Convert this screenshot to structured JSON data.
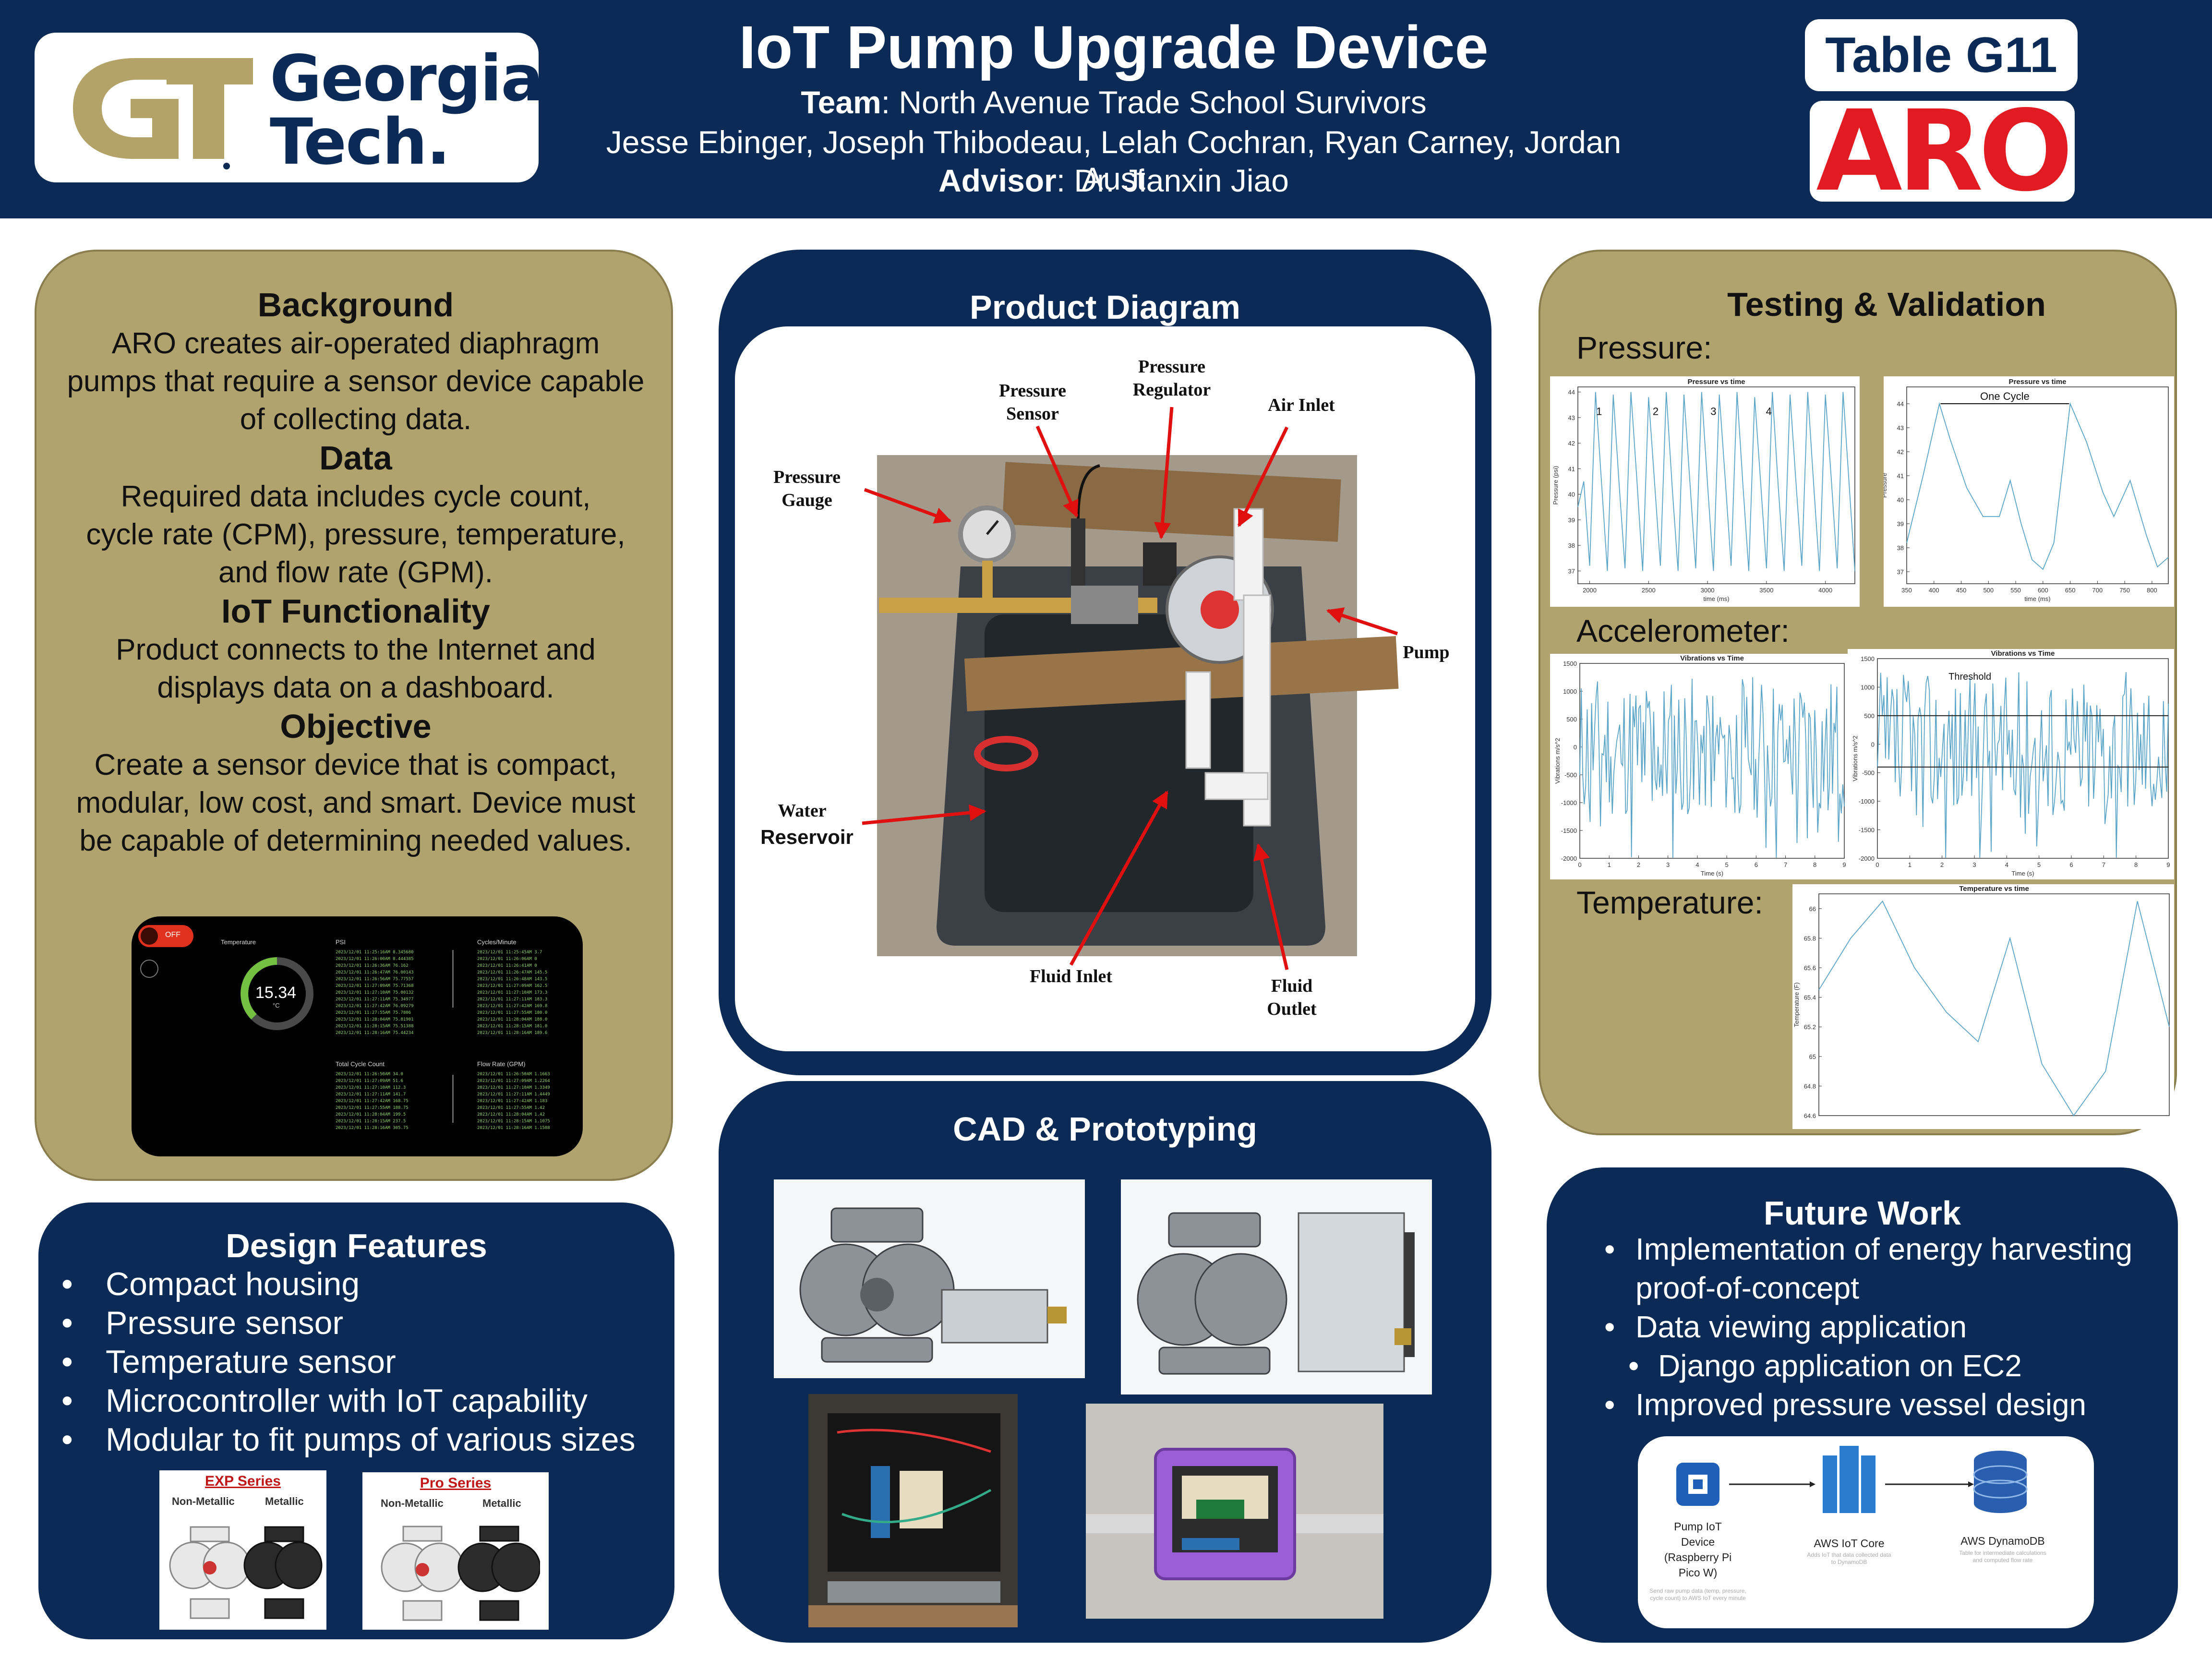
{
  "header": {
    "title": "IoT Pump Upgrade Device",
    "team_label": "Team",
    "team_name": ": North Avenue Trade School Survivors",
    "members": "Jesse Ebinger, Joseph Thibodeau, Lelah Cochran, Ryan Carney, Jordan Aust",
    "advisor_label": "Advisor",
    "advisor_name": ": Dr. Jianxin Jiao",
    "table": "Table G11",
    "logo_left": {
      "mono": "GT",
      "word1": "Georgia",
      "word2": "Tech."
    },
    "logo_right": "ARO"
  },
  "colors": {
    "navy": "#0b2a55",
    "gold": "#b1a36d",
    "red": "#e21b23",
    "plot": "#5aa4c8"
  },
  "background_panel": {
    "h1": "Background",
    "t1": "ARO creates air-operated diaphragm pumps that require a sensor device capable of collecting data.",
    "h2": "Data",
    "t2": "Required data includes cycle count, cycle rate (CPM), pressure, temperature, and flow rate (GPM).",
    "h3": "IoT Functionality",
    "t3": "Product connects to the Internet and displays data on a dashboard.",
    "h4": "Objective",
    "t4": "Create a sensor device that is compact, modular, low cost, and smart. Device must be capable of determining needed values.",
    "dashboard": {
      "toggle": "OFF",
      "temp_label": "Temperature",
      "temp_value": "15.34",
      "temp_unit": "°C",
      "psi_label": "PSI",
      "cpm_label": "Cycles/Minute",
      "total_label": "Total Cycle Count",
      "flow_label": "Flow Rate (GPM)",
      "psi_rows": [
        "2023/12/01 11:25:16AM 8.345680",
        "2023/12/01 11:26:00AM 8.444385",
        "2023/12/01 11:26:36AM 76.162",
        "2023/12/01 11:26:47AM 76.00143",
        "2023/12/01 11:26:56AM 75.77557",
        "2023/12/01 11:27:09AM 75.71368",
        "2023/12/01 11:27:10AM 75.00132",
        "2023/12/01 11:27:11AM 75.34977",
        "2023/12/01 11:27:42AM 76.09279",
        "2023/12/01 11:27:55AM 75.7806",
        "2023/12/01 11:28:04AM 75.81901",
        "2023/12/01 11:28:15AM 75.51388",
        "2023/12/01 11:28:16AM 75.44234"
      ],
      "cpm_rows": [
        "2023/12/01 11:25:45AM 3.7",
        "2023/12/01 11:26:06AM 0",
        "2023/12/01 11:26:41AM 0",
        "2023/12/01 11:26:47AM 145.5",
        "2023/12/01 11:26:48AM 143.5",
        "2023/12/01 11:27:09AM 162.5",
        "2023/12/01 11:27:10AM 173.3",
        "2023/12/01 11:27:11AM 183.3",
        "2023/12/01 11:27:42AM 169.8",
        "2023/12/01 11:27:55AM 180.0",
        "2023/12/01 11:28:04AM 188.0",
        "2023/12/01 11:28:15AM 181.0",
        "2023/12/01 11:28:16AM 189.6"
      ],
      "total_rows": [
        "2023/12/01 11:26:50AM 34.0",
        "2023/12/01 11:27:09AM 51.6",
        "2023/12/01 11:27:10AM 112.3",
        "2023/12/01 11:27:11AM 141.7",
        "2023/12/01 11:27:42AM 168.75",
        "2023/12/01 11:27:55AM 188.75",
        "2023/12/01 11:28:04AM 199.5",
        "2023/12/01 11:28:15AM 237.5",
        "2023/12/01 11:28:16AM 305.75"
      ],
      "flow_rows": [
        "2023/12/01 11:26:50AM 1.1663",
        "2023/12/01 11:27:09AM 1.2264",
        "2023/12/01 11:27:10AM 1.3349",
        "2023/12/01 11:27:11AM 1.4449",
        "2023/12/01 11:27:42AM 1.183",
        "2023/12/01 11:27:55AM 1.42",
        "2023/12/01 11:28:04AM 1.42",
        "2023/12/01 11:28:15AM 1.1075",
        "2023/12/01 11:28:16AM 1.1588"
      ]
    }
  },
  "design": {
    "title": "Design Features",
    "bullet": "•",
    "items": [
      "Compact housing",
      "Pressure sensor",
      "Temperature sensor",
      "Microcontroller with IoT capability",
      "Modular to fit pumps of various sizes"
    ],
    "exp": {
      "title": "EXP Series",
      "left": "Non-Metallic",
      "right": "Metallic"
    },
    "pro": {
      "title": "Pro Series",
      "left": "Non-Metallic",
      "right": "Metallic"
    }
  },
  "product": {
    "title": "Product Diagram",
    "labels": {
      "gauge": "Pressure\nGauge",
      "sensor": "Pressure\nSensor",
      "regulator": "Pressure\nRegulator",
      "air": "Air Inlet",
      "pump": "Pump",
      "water": "Water",
      "reservoir": "Reservoir",
      "fluid_in": "Fluid Inlet",
      "fluid_out": "Fluid\nOutlet"
    }
  },
  "cad": {
    "title": "CAD & Prototyping"
  },
  "testing": {
    "title": "Testing & Validation",
    "pressure_label": "Pressure:",
    "accel_label": "Accelerometer:",
    "temp_label": "Temperature:"
  },
  "future": {
    "title": "Future Work",
    "bullet": "•",
    "items": [
      "Implementation of energy harvesting proof-of-concept",
      "Data viewing application",
      "Django application on EC2",
      "Improved pressure vessel design"
    ],
    "aws": {
      "n1": "Pump IoT\nDevice\n(Raspberry Pi\nPico W)",
      "n1_sub": "Send raw pump data (temp, pressure, cycle count) to AWS IoT every minute",
      "n2": "AWS IoT Core",
      "n2_sub": "Adds IoT that data collected data to DynamoDB",
      "n3": "AWS DynamoDB",
      "n3_sub": "Table for intermediate calculations and computed flow rate"
    }
  },
  "chart_data": [
    {
      "type": "line",
      "title": "Pressure vs time",
      "xlabel": "time (ms)",
      "ylabel": "Pressure (psi)",
      "xlim": [
        1900,
        4250
      ],
      "ylim": [
        36.5,
        44.2
      ],
      "xticks": [
        2000,
        2500,
        3000,
        3500,
        4000
      ],
      "yticks": [
        37,
        38,
        39,
        40,
        41,
        42,
        43,
        44
      ],
      "annotations": [
        "1",
        "2",
        "3",
        "4"
      ],
      "x": [
        1900,
        1950,
        2000,
        2050,
        2100,
        2150,
        2200,
        2250,
        2300,
        2350,
        2400,
        2450,
        2500,
        2550,
        2600,
        2650,
        2700,
        2750,
        2800,
        2850,
        2900,
        2950,
        3000,
        3050,
        3100,
        3150,
        3200,
        3250,
        3300,
        3350,
        3400,
        3450,
        3500,
        3550,
        3600,
        3650,
        3700,
        3750,
        3800,
        3850,
        3900,
        3950,
        4000,
        4050,
        4100,
        4150,
        4200,
        4250
      ],
      "values": [
        39.5,
        40.5,
        37.2,
        44.0,
        40.5,
        37.0,
        43.9,
        40.4,
        37.1,
        44.0,
        40.6,
        37.0,
        43.8,
        40.5,
        37.2,
        44.0,
        40.3,
        37.0,
        43.9,
        40.5,
        37.1,
        44.0,
        40.4,
        37.0,
        43.9,
        40.6,
        37.2,
        44.0,
        40.4,
        37.0,
        43.8,
        40.5,
        37.1,
        44.0,
        40.3,
        37.0,
        43.9,
        40.5,
        37.2,
        44.0,
        40.4,
        37.0,
        43.9,
        40.6,
        37.1,
        44.0,
        40.5,
        37.0
      ]
    },
    {
      "type": "line",
      "title": "Pressure vs time",
      "xlabel": "time (ms)",
      "ylabel": "Pressure",
      "xlim": [
        350,
        830
      ],
      "ylim": [
        36.5,
        44.7
      ],
      "xticks": [
        350,
        400,
        450,
        500,
        550,
        600,
        650,
        700,
        750,
        800
      ],
      "yticks": [
        37,
        38,
        39,
        40,
        41,
        42,
        43,
        44
      ],
      "annotation": "One Cycle",
      "x": [
        350,
        380,
        410,
        430,
        460,
        490,
        520,
        540,
        560,
        580,
        600,
        620,
        650,
        680,
        710,
        730,
        760,
        790,
        810,
        830
      ],
      "values": [
        38.2,
        41.0,
        44.0,
        42.5,
        40.5,
        39.3,
        39.3,
        40.8,
        39.0,
        37.5,
        37.1,
        38.2,
        44.0,
        42.4,
        40.3,
        39.3,
        40.8,
        38.5,
        37.2,
        37.6
      ]
    },
    {
      "type": "line",
      "title": "Vibrations vs Time",
      "xlabel": "Time (s)",
      "ylabel": "Vibrations m/s^2",
      "xlim": [
        0,
        9
      ],
      "ylim": [
        -2000,
        1500
      ],
      "xticks": [
        0,
        1,
        2,
        3,
        4,
        5,
        6,
        7,
        8,
        9
      ],
      "yticks": [
        -2000,
        -1500,
        -1000,
        -500,
        0,
        500,
        1000,
        1500
      ]
    },
    {
      "type": "line",
      "title": "Vibrations vs Time",
      "xlabel": "Time (s)",
      "ylabel": "Vibrations m/s^2",
      "xlim": [
        0,
        9
      ],
      "ylim": [
        -2000,
        1500
      ],
      "xticks": [
        0,
        1,
        2,
        3,
        4,
        5,
        6,
        7,
        8,
        9
      ],
      "yticks": [
        -2000,
        -1500,
        -1000,
        -500,
        0,
        500,
        1000,
        1500
      ],
      "annotation": "Threshold",
      "thresholds": [
        500,
        -400
      ]
    },
    {
      "type": "line",
      "title": "Temperature vs time",
      "ylabel": "Temperature (F)",
      "ylim": [
        64.6,
        66.1
      ],
      "yticks": [
        64.6,
        64.8,
        65,
        65.2,
        65.4,
        65.6,
        65.8,
        66
      ],
      "values": [
        65.45,
        65.8,
        66.05,
        65.6,
        65.3,
        65.1,
        65.8,
        64.95,
        64.6,
        64.9,
        66.05,
        65.2
      ]
    }
  ]
}
